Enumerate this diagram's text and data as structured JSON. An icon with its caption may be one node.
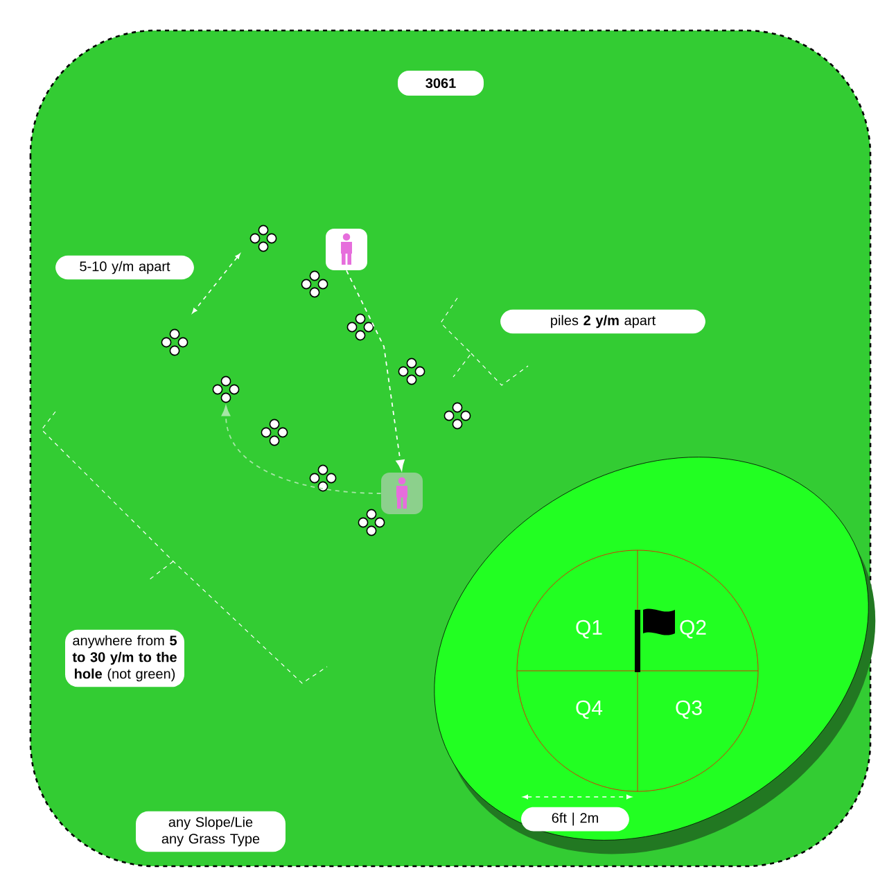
{
  "diagram": {
    "title": "3061",
    "nodes": [
      {
        "text": [
          "5-10 y/m apart"
        ]
      },
      {
        "text": [],
        "shape": "person"
      },
      {
        "text": [
          "piles **2 y/m** apart"
        ]
      },
      {
        "text": [],
        "shape": "dots"
      },
      {
        "text": [],
        "shape": "dots"
      },
      {
        "text": [],
        "shape": "dots"
      },
      {
        "text": [],
        "shape": "dots"
      },
      {
        "text": [],
        "shape": "dots"
      },
      {
        "text": [],
        "shape": "dots"
      },
      {
        "text": [],
        "shape": "dots"
      },
      {
        "text": [],
        "shape": "dots"
      },
      {
        "text": [],
        "shape": "dots"
      },
      {
        "text": [],
        "shape": "dots"
      },
      {
        "text": [],
        "shape": "person"
      },
      {
        "text": [
          "anywhere from **5 to 30 y/m to the hole** (not green)"
        ]
      },
      {
        "text": [],
        "shape": "ellipse"
      },
      {
        "text": [],
        "shape": "circle",
        "in": 15
      },
      {
        "text": [
          "6ft | 2m"
        ],
        "in": 15
      },
      {
        "text": [
          "any Slope/Lie any Grass Type"
        ]
      }
    ],
    "edges": [
      {
        "from": 1,
        "to": 13,
        "arrow": "to",
        "style": "dashed"
      },
      {
        "from": 13,
        "to": 8,
        "arrow": "to",
        "style": "dashed",
        "color": "#a6e6a6"
      }
    ],
    "labels": [
      "Q1",
      "Q2",
      "Q4",
      "Q3"
    ]
  }
}
